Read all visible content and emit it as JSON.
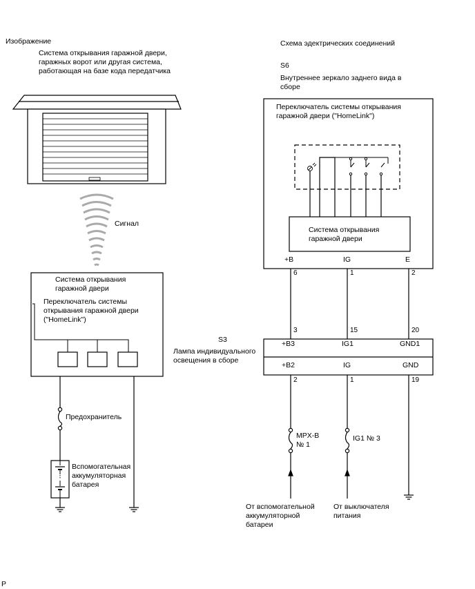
{
  "left": {
    "heading": "Изображение",
    "caption": "Система открывания гаражной двери,\nгаражных ворот или другая система,\nработающая на базе кода передатчика",
    "signal_label": "Сигнал",
    "module_title": "Система открывания\nгаражной двери",
    "switch_label": "Переключатель системы\nоткрывания гаражной двери\n(\"HomeLink\")",
    "fuse_label": "Предохранитель",
    "battery_label": "Вспомогательная\nаккумуляторная\nбатарея"
  },
  "right": {
    "heading": "Схема эдектрических соединений",
    "s6": {
      "code": "S6",
      "name": "Внутреннее зеркало заднего вида в\nсборе",
      "switch_label": "Переключатель системы открывания\nгаражной двери (\"HomeLink\")",
      "inner_label": "Система открывания\nгаражной двери",
      "pins": [
        "+B",
        "IG",
        "E"
      ],
      "pin_numbers": [
        "6",
        "1",
        "2"
      ]
    },
    "s3": {
      "code": "S3",
      "name": "Лампа индивидуального\nосвещения в сборе",
      "top_pin_numbers": [
        "3",
        "15",
        "20"
      ],
      "top_pins": [
        "+B3",
        "IG1",
        "GND1"
      ],
      "bottom_pins": [
        "+B2",
        "IG",
        "GND"
      ],
      "bottom_pin_numbers": [
        "2",
        "1",
        "19"
      ]
    },
    "fuses": [
      "MPX-B\n№ 1",
      "IG1 № 3"
    ],
    "sources": [
      "От вспомогательной\nаккумуляторной\nбатареи",
      "От выключателя\nпитания"
    ]
  },
  "footer_mark": "P"
}
